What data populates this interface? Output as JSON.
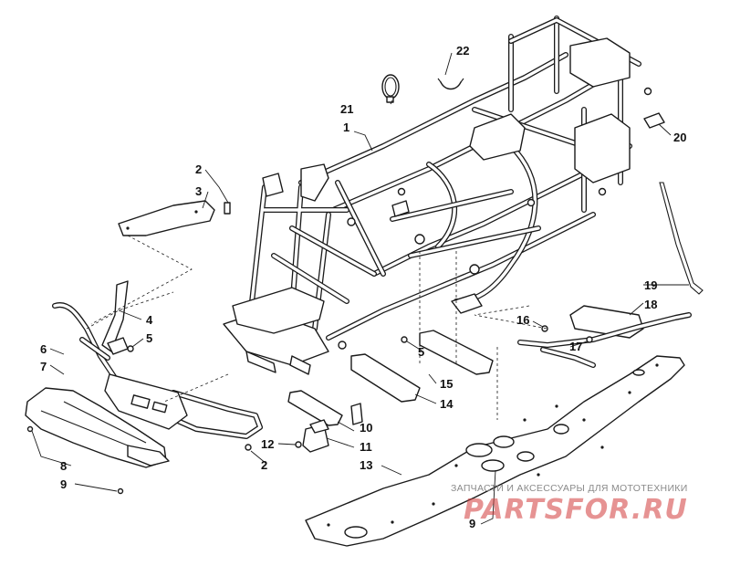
{
  "diagram": {
    "callouts": [
      {
        "id": "c1",
        "text": "1"
      },
      {
        "id": "c2a",
        "text": "2"
      },
      {
        "id": "c2b",
        "text": "2"
      },
      {
        "id": "c3",
        "text": "3"
      },
      {
        "id": "c4",
        "text": "4"
      },
      {
        "id": "c5a",
        "text": "5"
      },
      {
        "id": "c5b",
        "text": "5"
      },
      {
        "id": "c6",
        "text": "6"
      },
      {
        "id": "c7",
        "text": "7"
      },
      {
        "id": "c8",
        "text": "8"
      },
      {
        "id": "c9a",
        "text": "9"
      },
      {
        "id": "c9b",
        "text": "9"
      },
      {
        "id": "c10",
        "text": "10"
      },
      {
        "id": "c11",
        "text": "11"
      },
      {
        "id": "c12",
        "text": "12"
      },
      {
        "id": "c13",
        "text": "13"
      },
      {
        "id": "c14",
        "text": "14"
      },
      {
        "id": "c15",
        "text": "15"
      },
      {
        "id": "c16",
        "text": "16"
      },
      {
        "id": "c17",
        "text": "17"
      },
      {
        "id": "c18",
        "text": "18"
      },
      {
        "id": "c19",
        "text": "19"
      },
      {
        "id": "c20",
        "text": "20"
      },
      {
        "id": "c21",
        "text": "21"
      },
      {
        "id": "c22",
        "text": "22"
      }
    ]
  },
  "watermark": {
    "caption": "ЗАПЧАСТИ И АКСЕССУАРЫ ДЛЯ МОТОТЕХНИКИ",
    "logo": "PARTSFOR.RU"
  },
  "colors": {
    "line": "#1a1a1a",
    "background": "#ffffff",
    "watermark_logo": "#d23a3a",
    "watermark_text": "#8a8a8a"
  }
}
